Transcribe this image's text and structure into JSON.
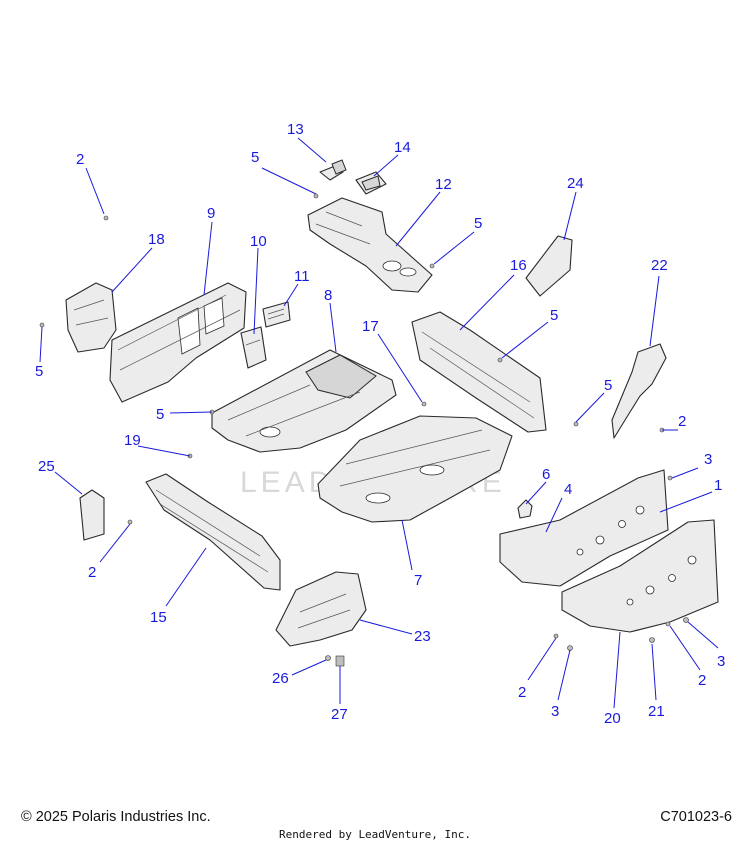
{
  "diagram": {
    "callouts": [
      {
        "id": "c2a",
        "text": "2"
      },
      {
        "id": "c18",
        "text": "18"
      },
      {
        "id": "c9",
        "text": "9"
      },
      {
        "id": "c10",
        "text": "10"
      },
      {
        "id": "c11",
        "text": "11"
      },
      {
        "id": "c5a",
        "text": "5"
      },
      {
        "id": "c13",
        "text": "13"
      },
      {
        "id": "c14",
        "text": "14"
      },
      {
        "id": "c5b",
        "text": "5"
      },
      {
        "id": "c12",
        "text": "12"
      },
      {
        "id": "c5c",
        "text": "5"
      },
      {
        "id": "c24",
        "text": "24"
      },
      {
        "id": "c16",
        "text": "16"
      },
      {
        "id": "c22",
        "text": "22"
      },
      {
        "id": "c5d",
        "text": "5"
      },
      {
        "id": "c8",
        "text": "8"
      },
      {
        "id": "c17",
        "text": "17"
      },
      {
        "id": "c5e",
        "text": "5"
      },
      {
        "id": "c5f",
        "text": "5"
      },
      {
        "id": "c2b",
        "text": "2"
      },
      {
        "id": "c3a",
        "text": "3"
      },
      {
        "id": "c19",
        "text": "19"
      },
      {
        "id": "c25",
        "text": "25"
      },
      {
        "id": "c6",
        "text": "6"
      },
      {
        "id": "c4",
        "text": "4"
      },
      {
        "id": "c1",
        "text": "1"
      },
      {
        "id": "c2c",
        "text": "2"
      },
      {
        "id": "c7",
        "text": "7"
      },
      {
        "id": "c15",
        "text": "15"
      },
      {
        "id": "c23",
        "text": "23"
      },
      {
        "id": "c26",
        "text": "26"
      },
      {
        "id": "c27",
        "text": "27"
      },
      {
        "id": "c2d",
        "text": "2"
      },
      {
        "id": "c3b",
        "text": "3"
      },
      {
        "id": "c20",
        "text": "20"
      },
      {
        "id": "c21",
        "text": "21"
      },
      {
        "id": "c2e",
        "text": "2"
      },
      {
        "id": "c3c",
        "text": "3"
      }
    ],
    "watermark_text": "LEADVENTURE"
  },
  "footer": {
    "copyright": "© 2025 Polaris Industries Inc.",
    "diagram_code": "C701023-6",
    "rendered_by": "Rendered by LeadVenture, Inc."
  },
  "colors": {
    "callout": "#1a1adb",
    "part_fill": "#ececec",
    "outline": "#2a2a2a"
  }
}
